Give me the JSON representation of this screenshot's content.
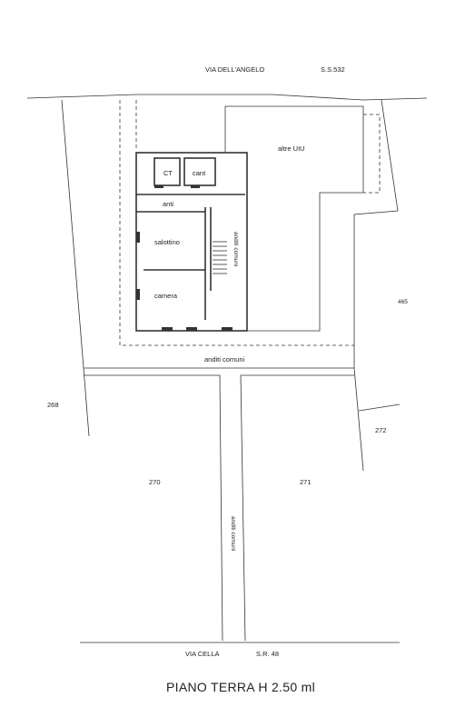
{
  "streets": {
    "top_name": "VIA DELL'ANGELO",
    "top_code": "S.S.532",
    "bottom_name": "VIA CELLA",
    "bottom_code": "S.R. 48"
  },
  "rooms": {
    "ct": "CT",
    "cant": "cant",
    "anti": "anti",
    "salottino": "salottino",
    "camera": "camera",
    "anditi_comuni_stair": "anditi comuni",
    "altre_uiu": "altre UIU"
  },
  "common_areas": {
    "horizontal": "anditi comuni",
    "vertical": "anditi comuni"
  },
  "parcels": {
    "p465": "465",
    "p268": "268",
    "p272": "272",
    "p270": "270",
    "p271": "271"
  },
  "floor_title": "PIANO TERRA H 2.50 ml"
}
